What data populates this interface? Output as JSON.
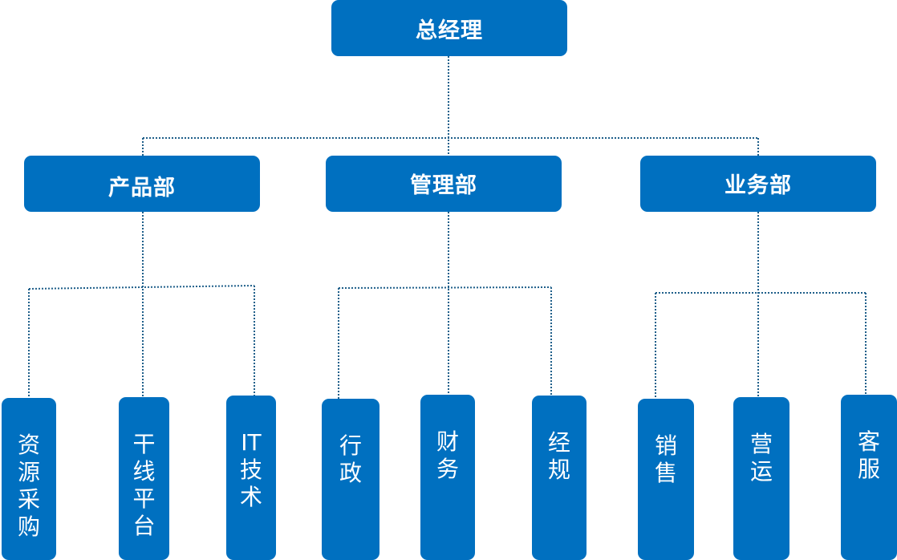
{
  "root": {
    "label": "总经理"
  },
  "departments": [
    {
      "label": "产品部",
      "units": [
        "资源采购",
        "干线平台",
        "IT技术"
      ]
    },
    {
      "label": "管理部",
      "units": [
        "行政",
        "财务",
        "经规"
      ]
    },
    {
      "label": "业务部",
      "units": [
        "销售",
        "营运",
        "客服"
      ]
    }
  ],
  "colors": {
    "box": "#0070c0",
    "text": "#ffffff",
    "connector": "#1f5f8a"
  }
}
